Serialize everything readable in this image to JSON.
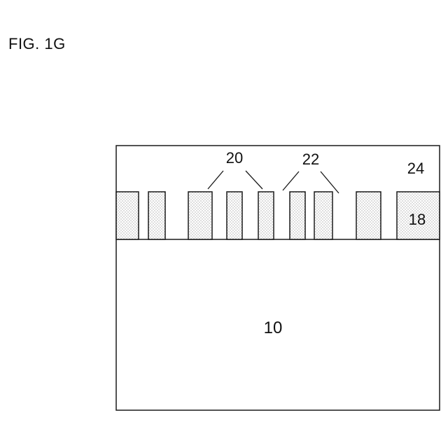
{
  "figure": {
    "label": "FIG. 1G"
  },
  "labels": {
    "substrate": "10",
    "layer": "18",
    "fins": "20",
    "gaps": "22",
    "top_region": "24"
  },
  "colors": {
    "stroke": "#1a1a1a",
    "fill": "#ffffff",
    "stipple": "#9a9a9a"
  }
}
